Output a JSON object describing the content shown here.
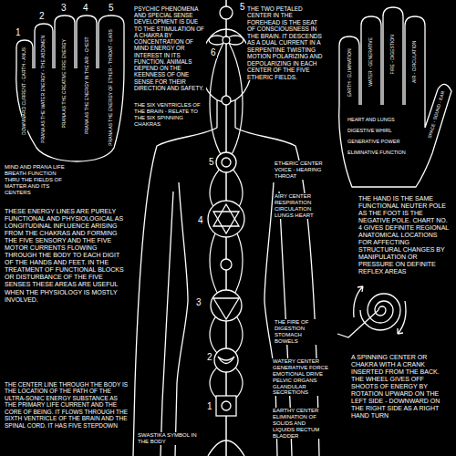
{
  "diagram": {
    "labels": [
      "1",
      "2",
      "3",
      "4",
      "5",
      "DOWNWARD CURRENT - EARTH - ANUS",
      "PRANA AS THE WATER ENERGY - THE ABDOMEN",
      "PRANA AS THE CREATIVE FIRE ENERGY",
      "PRANA AS THE ENERGY IN THE AIR - CHEST",
      "PRANA AS THE ENERGY OF ETHER - THROAT - EARS",
      "PSYCHIC PHENOMENA AND SPECIAL SENSE DEVELOPMENT IS DUE TO THE STIMULATION OF A CHAKRA BY CONCENTRATION OF MIND ENERGY OR INTEREST IN ITS FUNCTION. ANIMALS DEPEND ON THE KEENNESS OF ONE SENSE FOR THEIR DIRECTION AND SAFETY.",
      "5",
      "6",
      "THE TWO PETALED CENTER IN THE FOREHEAD IS THE SEAT OF CONSCIOUSNESS IN THE BRAIN. IT DESCENDS AS A DUAL CURRENT IN A SERPENTINE TWISTING MOTION POLARIZING AND DEPOLARIZING IN EACH CENTER OF THE FIVE ETHERIC FIELDS.",
      "EARTH - ELIMINATION",
      "WATER - GENERATIVE",
      "FIRE - DIGESTION",
      "AIR - CIRCULATION",
      "SPACE - SOUND - EAR",
      "HEART AND LUNGS",
      "DIGESTIVE WHIRL",
      "GENERATIVE POWER",
      "ELIMINATIVE FUNCTION",
      "THE SIX VENTRICLES OF THE BRAIN - RELATE TO THE SIX SPINNING CHAKRAS",
      "MIND AND PRANA LIFE BREATH FUNCTION THRU THE FIELDS OF MATTER AND ITS CENTERS",
      "ETHERIC CENTER VOICE - HEARING THROAT",
      "5",
      "AIRY CENTER RESPIRATION CIRCULATION LUNGS HEART",
      "4",
      "THE HAND IS THE SAME FUNCTIONAL NEUTER POLE AS THE FOOT IS THE NEGATIVE POLE. CHART NO. 4 GIVES DEFINITE REGIONAL ANATOMICAL LOCATIONS FOR AFFECTING STRUCTURAL CHANGES BY MANIPULATION OR PRESSURE ON DEFINITE REFLEX AREAS",
      "THESE ENERGY LINES ARE PURELY FUNCTIONAL AND PHYSIOLOGICAL AS LONGITUDINAL INFLUENCE ARISING FROM THE CHAKRAS AND FORMING THE FIVE SENSORY AND THE FIVE MOTOR CURRENTS FLOWING THROUGH THE BODY TO EACH DIGIT OF THE HANDS AND FEET. IN THE TREATMENT OF FUNCTIONAL BLOCKS OR DISTURBANCE OF THE FIVE SENSES THESE AREAS ARE USEFUL WHEN THE PHYSIOLOGY IS MOSTLY INVOLVED.",
      "3",
      "THE FIRE OF DIGESTION STOMACH BOWELS",
      "2",
      "WATERY CENTER GENERATIVE FORCE EMOTIONAL DRIVE PELVIC ORGANS GLANDULAR SECRETIONS",
      "THE CENTER LINE THROUGH THE BODY IS THE LOCATION OF THE PATH OF THE ULTRA-SONIC ENERGY SUBSTANCE AS THE PRIMARY LIFE CURRENT AND THE CORE OF BEING. IT FLOWS THROUGH THE SIXTH VENTRICLE OF THE BRAIN AND THE SPINAL CORD. IT HAS FIVE STEPDOWN",
      "1",
      "EARTHY CENTER ELIMINATION OF SOLIDS AND LIQUIDS RECTUM BLADDER",
      "A SPINNING CENTER OR CHAKRA WITH A CRANK INSERTED FROM THE BACK. THE WHEEL GIVES OFF SHOOTS OF ENERGY BY ROTATION UPWARD ON THE LEFT SIDE - DOWNWARD ON THE RIGHT SIDE AS A RIGHT HAND TURN",
      "SWASTIKA SYMBOL IN THE BODY"
    ]
  }
}
